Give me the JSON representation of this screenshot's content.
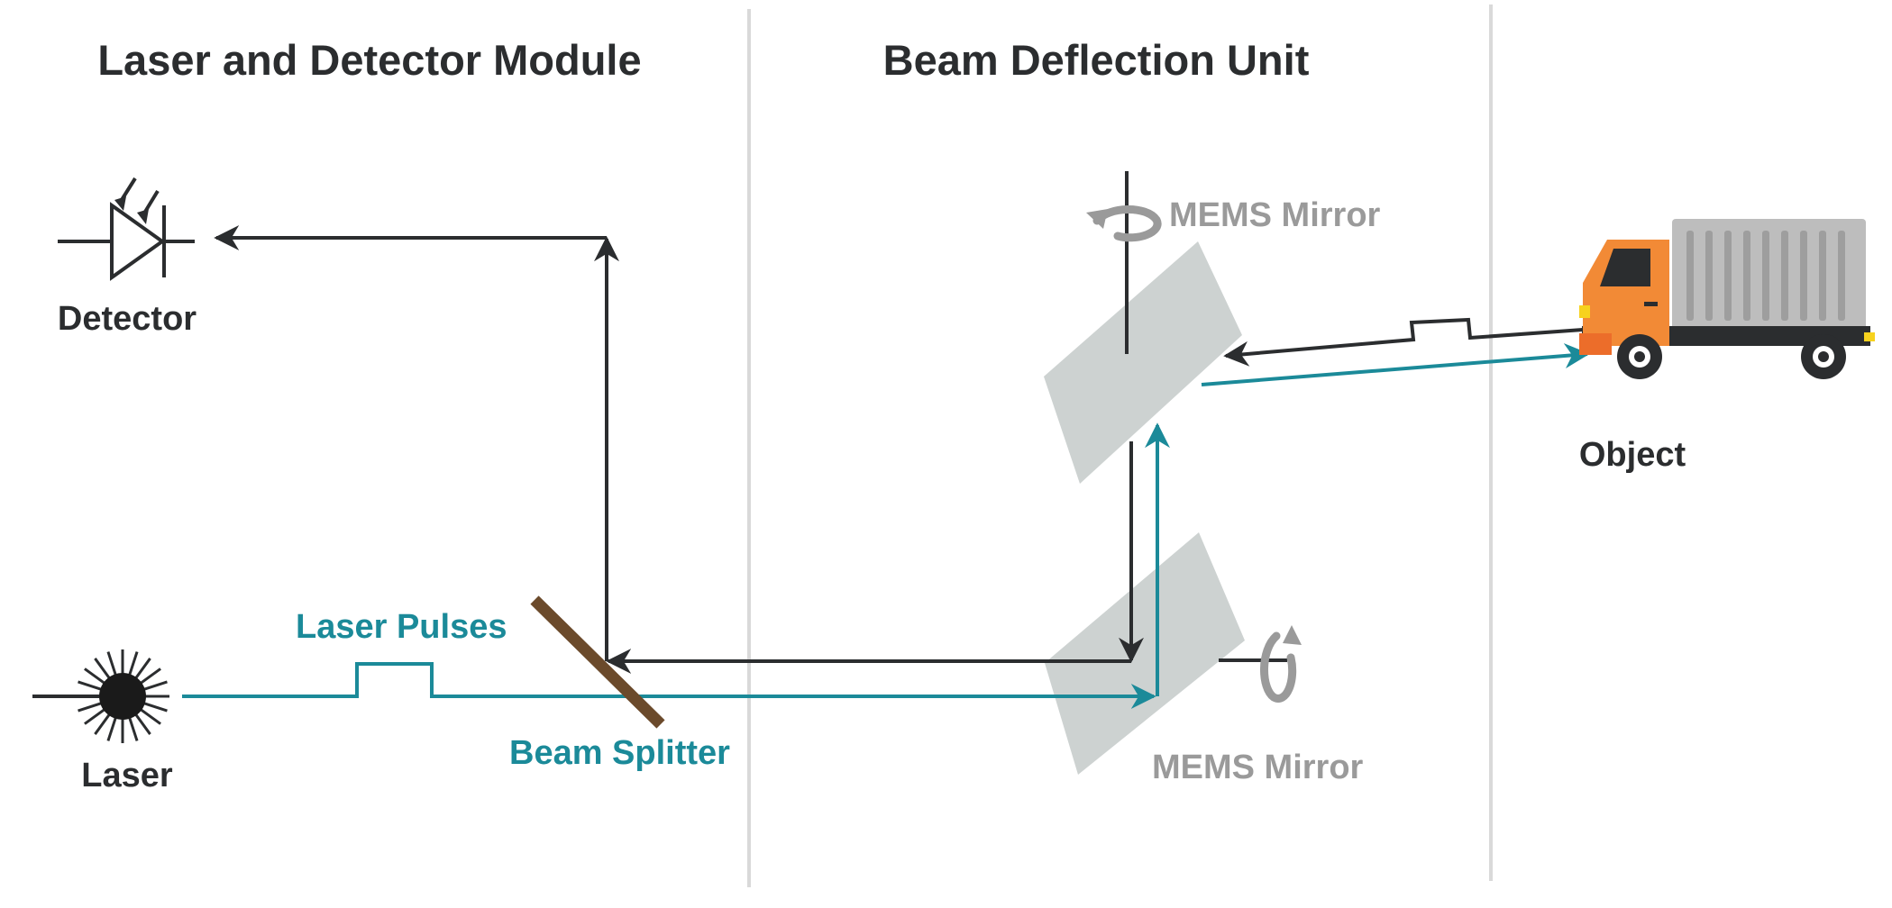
{
  "sections": {
    "left_title": "Laser and Detector Module",
    "middle_title": "Beam Deflection Unit"
  },
  "labels": {
    "detector": "Detector",
    "laser": "Laser",
    "laser_pulses": "Laser Pulses",
    "beam_splitter": "Beam Splitter",
    "mems_mirror_top": "MEMS Mirror",
    "mems_mirror_bottom": "MEMS Mirror",
    "object": "Object"
  },
  "colors": {
    "dark": "#2b2d2f",
    "teal": "#1b8a99",
    "mirror": "#cdd2d1",
    "divider": "#d9d9d9",
    "splitter": "#6b4a2b",
    "truck_cab": "#f28a36",
    "truck_cargo": "#bdbdbd"
  },
  "icons": [
    "photodiode-icon",
    "laser-burst-icon",
    "rotation-arrow-icon",
    "truck-icon"
  ]
}
